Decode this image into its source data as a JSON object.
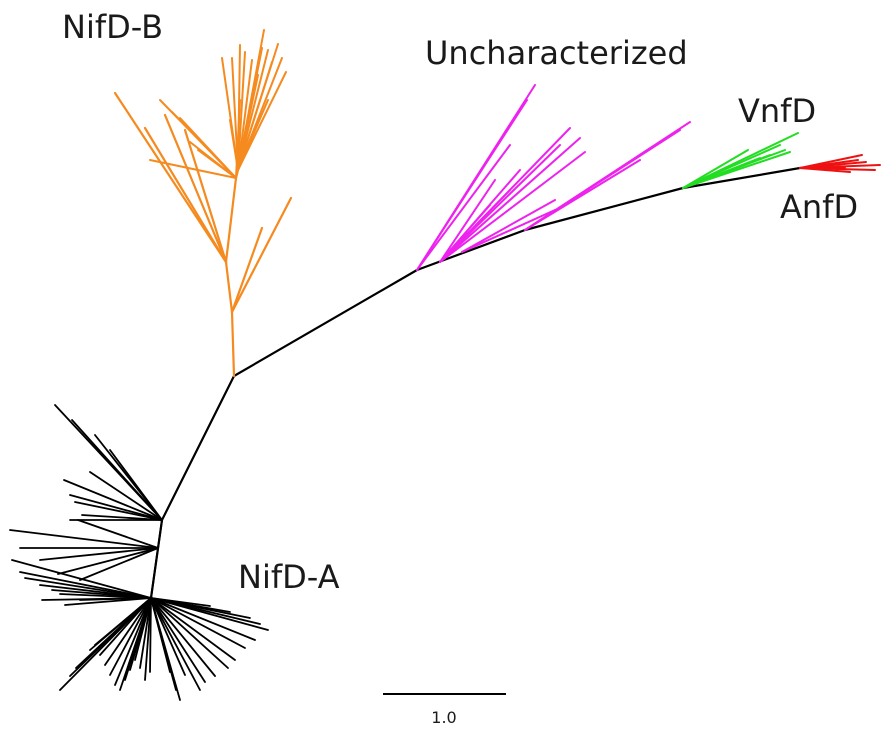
{
  "labels": {
    "nifd_b": "NifD-B",
    "uncharacterized": "Uncharacterized",
    "vnfd": "VnfD",
    "anfd": "AnfD",
    "nifd_a": "NifD-A"
  },
  "scale_bar": {
    "label": "1.0",
    "length": 1.0
  },
  "colors": {
    "backbone": "#000000",
    "nifd_b": "#f58a1f",
    "uncharacterized": "#ee22ee",
    "vnfd": "#22dd22",
    "anfd": "#ee1111",
    "nifd_a": "#000000"
  }
}
